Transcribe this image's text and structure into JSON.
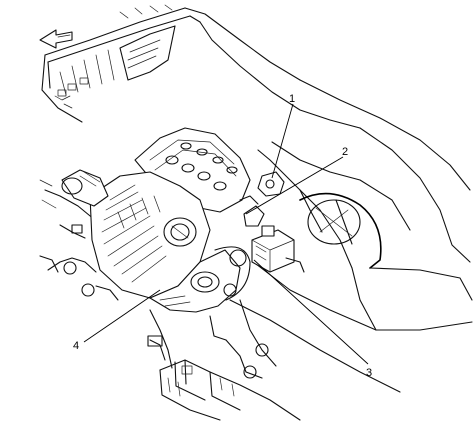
{
  "diagram": {
    "type": "engine-compartment-illustration",
    "callouts": [
      {
        "id": "1",
        "label": "1"
      },
      {
        "id": "2",
        "label": "2"
      },
      {
        "id": "3",
        "label": "3"
      },
      {
        "id": "4",
        "label": "4"
      }
    ],
    "direction_indicator": "front-arrow-icon"
  }
}
